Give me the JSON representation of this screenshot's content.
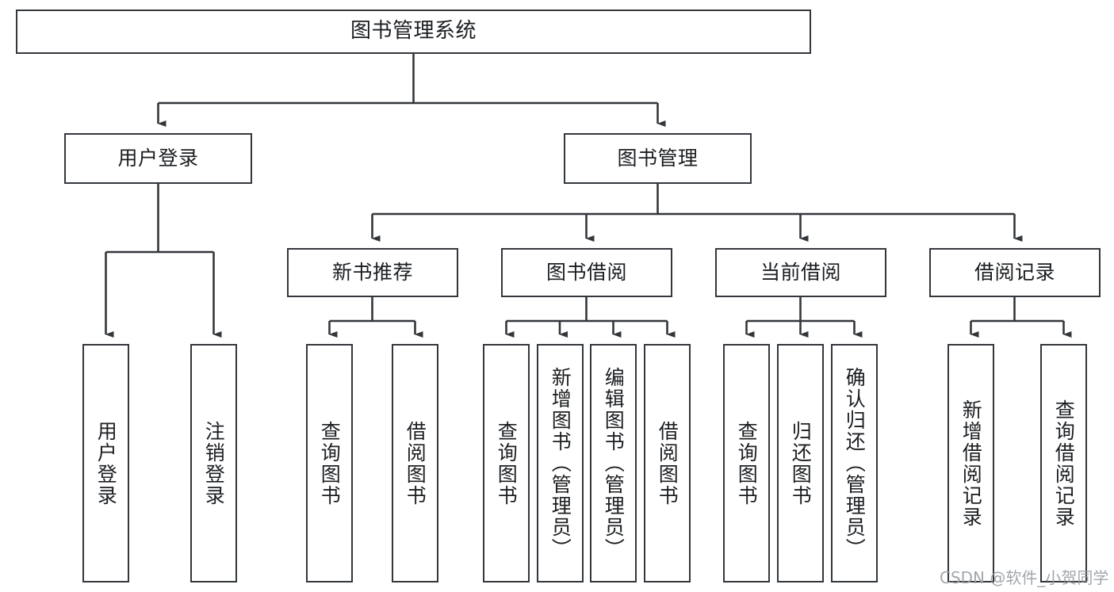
{
  "diagram": {
    "title": "图书管理系统",
    "type": "tree-hierarchy-chart",
    "root": {
      "id": "root",
      "label": "图书管理系统"
    },
    "level2": [
      {
        "id": "user-login",
        "label": "用户登录"
      },
      {
        "id": "book-management",
        "label": "图书管理"
      }
    ],
    "level3": [
      {
        "id": "new-book-recommend",
        "label": "新书推荐"
      },
      {
        "id": "book-borrow",
        "label": "图书借阅"
      },
      {
        "id": "current-borrow",
        "label": "当前借阅"
      },
      {
        "id": "borrow-record",
        "label": "借阅记录"
      }
    ],
    "leaves": {
      "user_login": [
        {
          "id": "leaf-user-login",
          "label": "用户登录"
        },
        {
          "id": "leaf-logout-login",
          "label": "注销登录"
        }
      ],
      "new_book_recommend": [
        {
          "id": "leaf-query-book-1",
          "label": "查询图书"
        },
        {
          "id": "leaf-borrow-book-1",
          "label": "借阅图书"
        }
      ],
      "book_borrow": [
        {
          "id": "leaf-query-book-2",
          "label": "查询图书"
        },
        {
          "id": "leaf-add-book",
          "label": "新增图书（管理员）"
        },
        {
          "id": "leaf-edit-book",
          "label": "编辑图书（管理员）"
        },
        {
          "id": "leaf-borrow-book-2",
          "label": "借阅图书"
        }
      ],
      "current_borrow": [
        {
          "id": "leaf-query-book-3",
          "label": "查询图书"
        },
        {
          "id": "leaf-return-book",
          "label": "归还图书"
        },
        {
          "id": "leaf-confirm-return",
          "label": "确认归还（管理员）"
        }
      ],
      "borrow_record": [
        {
          "id": "leaf-add-borrow-record",
          "label": "新增借阅记录"
        },
        {
          "id": "leaf-query-borrow-record",
          "label": "查询借阅记录"
        }
      ]
    }
  },
  "watermark": {
    "text": "CSDN @软件_小贺同学"
  },
  "colors": {
    "box_border": "#33373b",
    "box_fill": "#ffffff",
    "edge": "#33373b",
    "text": "#1b1e21",
    "watermark": "#9aa0a6",
    "canvas": "#ffffff"
  }
}
